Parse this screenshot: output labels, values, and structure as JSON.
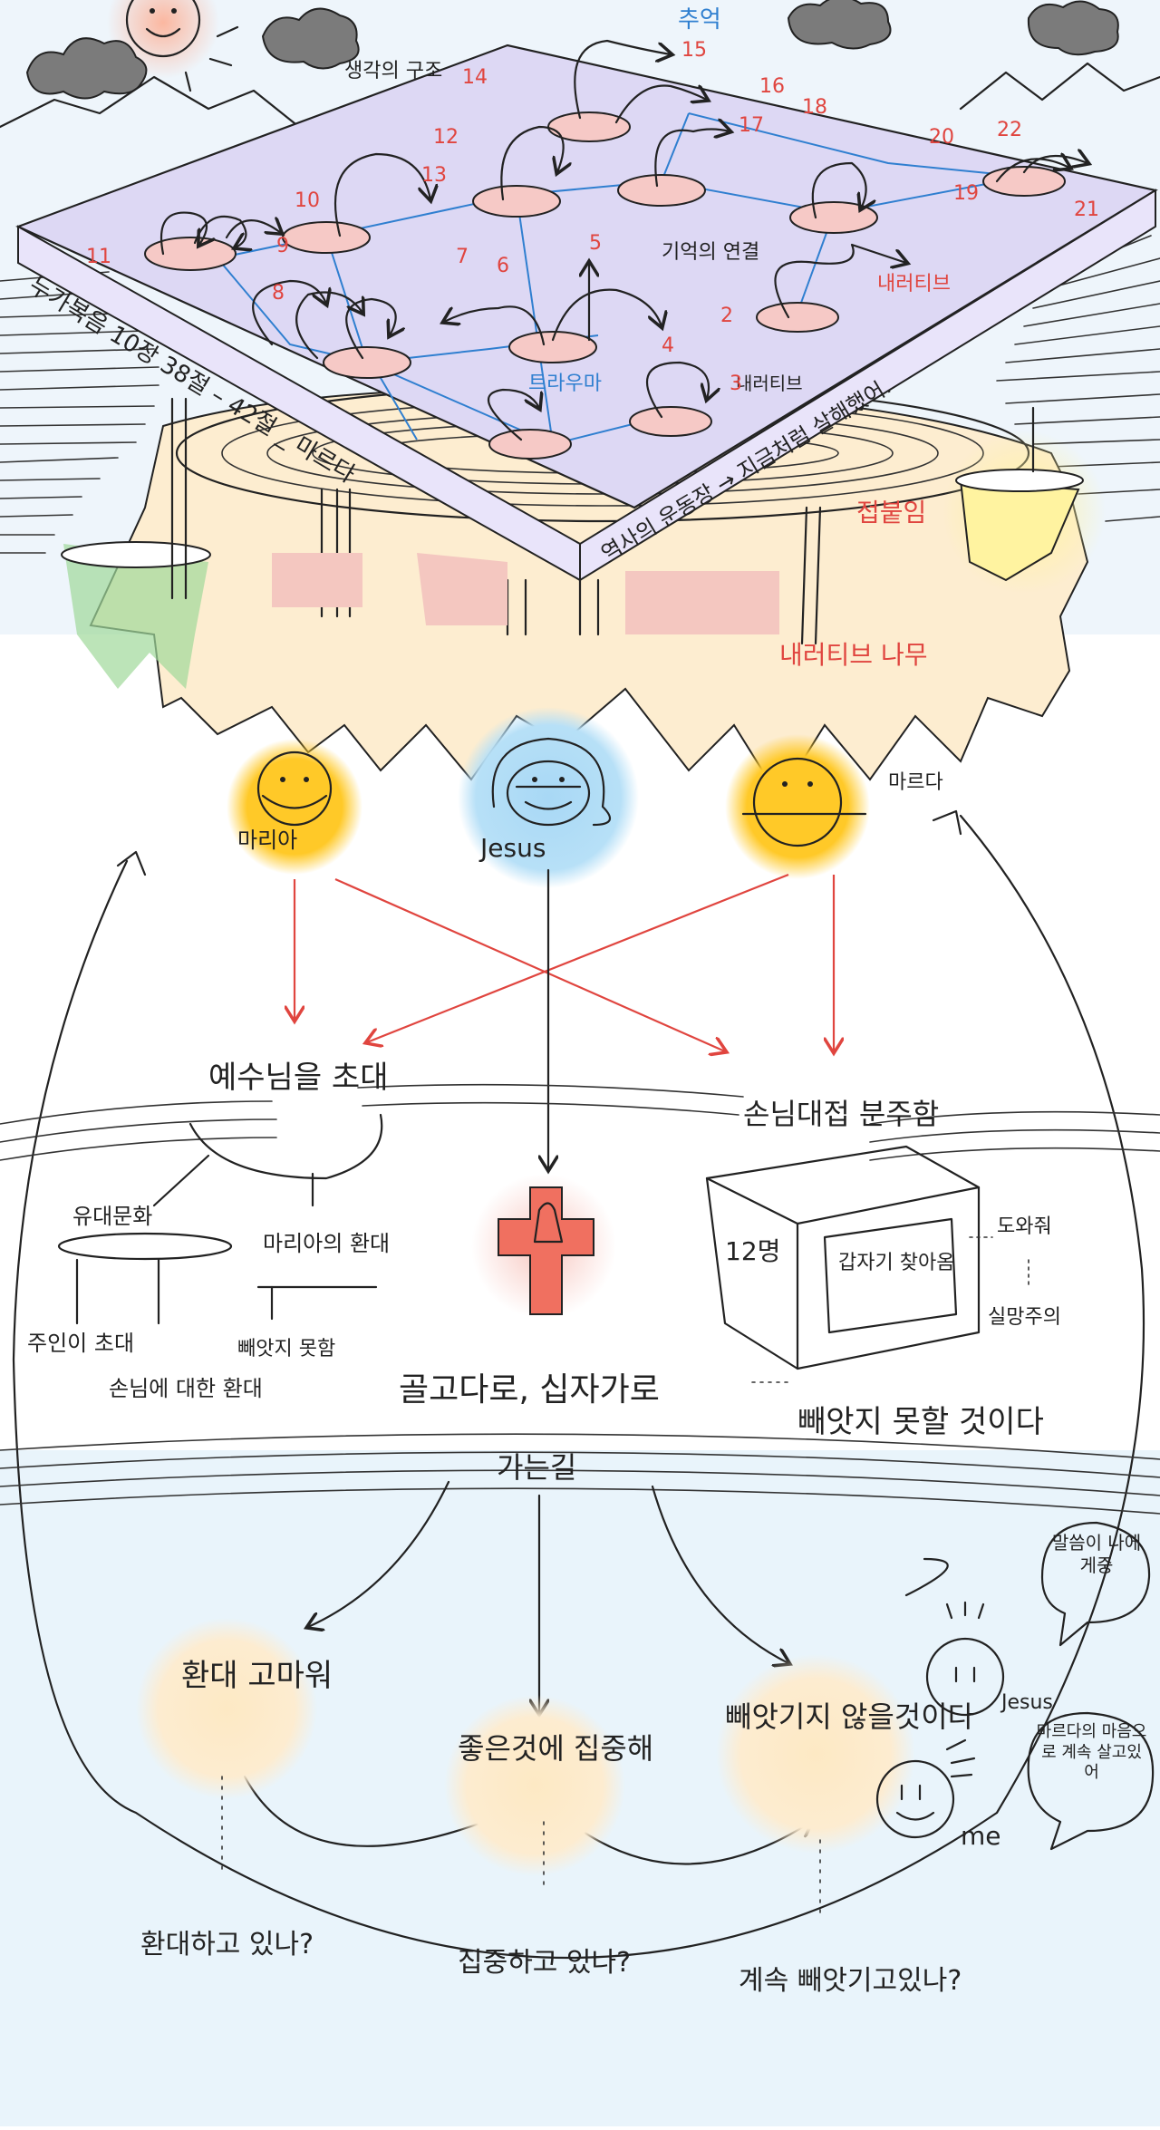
{
  "top_labels": {
    "memory": "추억",
    "map_of_thought": "생각의 구조",
    "memory_link": "기억의 연결",
    "trauma": "트라우마",
    "narrative_right": "내러티브",
    "narrative_small": "내러티브",
    "graft": "접붙임",
    "narrative_tree": "내러티브 나무"
  },
  "node_numbers": [
    "11",
    "10",
    "9",
    "8",
    "14",
    "12",
    "13",
    "7",
    "6",
    "15",
    "5",
    "16",
    "18",
    "17",
    "4",
    "3",
    "2",
    "20",
    "22",
    "19",
    "21"
  ],
  "board_edges": {
    "left": "누가복음 10장 38절 – 42절 _ 마르다",
    "right": "역사의 운동장 → 지금처럼 살해했어."
  },
  "characters": {
    "mary": "마리아",
    "jesus": "Jesus",
    "martha": "마르다"
  },
  "middle": {
    "invite": "예수님을 초대",
    "jewish_culture": "유대문화",
    "host_guest": "주인이 초대",
    "welcome_guests": "손님에 대한 환대",
    "mary_welcome": "마리아의 환대",
    "not_taken": "빼앗지 못함",
    "serve_guests": "손님대접 분주함",
    "twelve": "12명",
    "sudden": "갑자기 찾아옴",
    "help": "도와줘",
    "disappointed": "실망주의",
    "golgotha": "골고다로, 십자가로",
    "path": "가는길",
    "cannot_take": "빼앗지 못할 것이다"
  },
  "bottom": {
    "thanks": "환대 고마워",
    "focus": "좋은것에 집중해",
    "keep": "빼앗기지 않을것이다",
    "q1": "환대하고 있나?",
    "q2": "집중하고 있나?",
    "q3": "계속 빼앗기고있나?",
    "jesus_small": "Jesus",
    "me": "me",
    "bubble_jesus": "말씀이 나에게중",
    "bubble_me": "마르다의 마음으로 계속 살고있어"
  },
  "colors": {
    "red_accent": "#e0453f",
    "blue_accent": "#2f7fd0",
    "board": "#ddd8f4",
    "stump": "#fde3b8",
    "mary_glow": "#f7b81a",
    "jesus_glow": "#a8d8f5",
    "martha_glow": "#f7b81a"
  },
  "icons": [
    "sun-icon",
    "cloud-icon",
    "mountain-icon",
    "cross-icon",
    "smiley-face-icon",
    "arrow-icon"
  ]
}
